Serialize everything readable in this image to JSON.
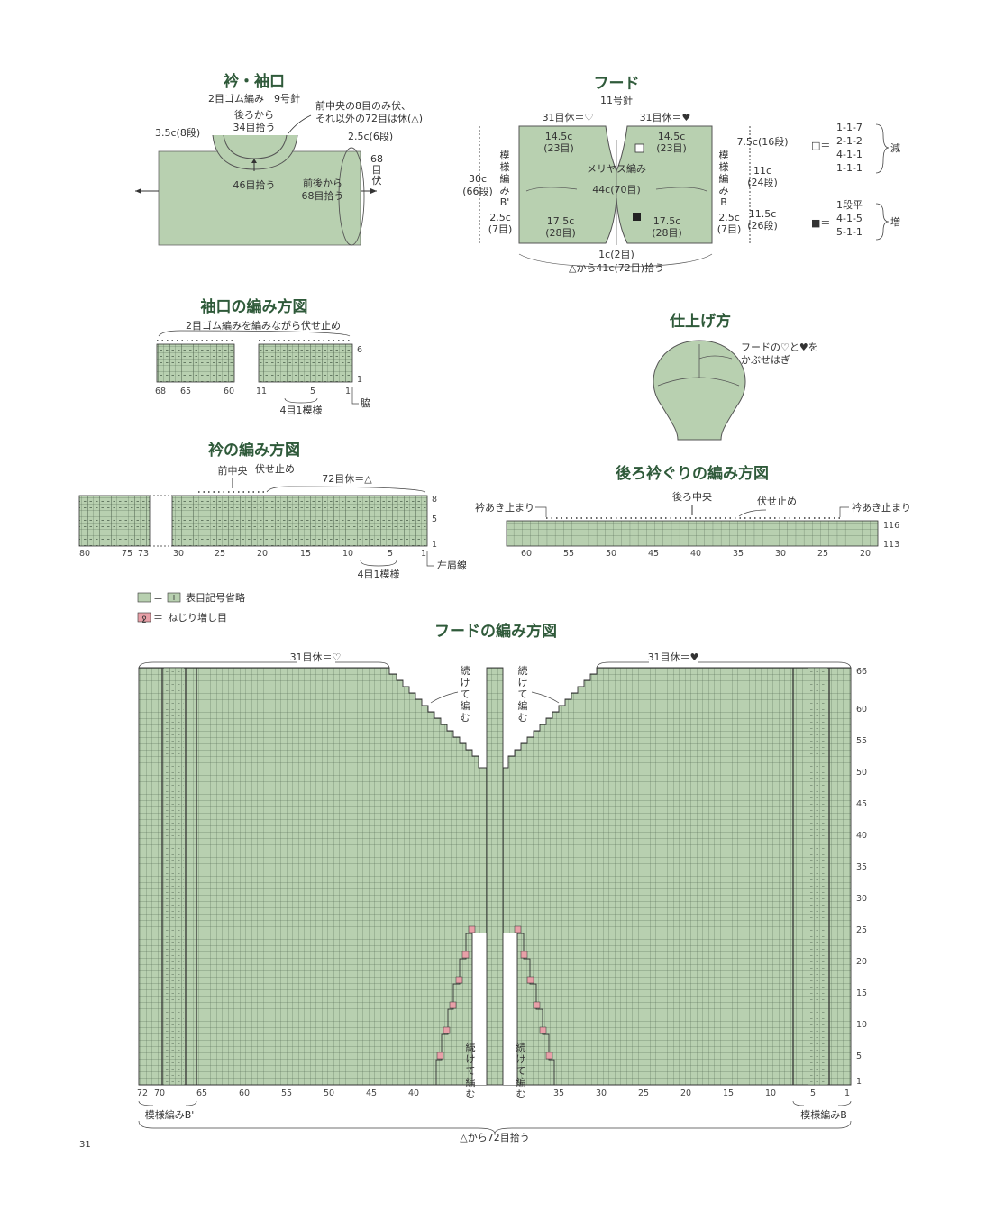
{
  "page_number": "31",
  "collar_cuff": {
    "title": "衿・袖口",
    "spec": "2目ゴム編み　9号針",
    "back_pick": "後ろから",
    "back_pick2": "34目拾う",
    "front_center_note": "前中央の8目のみ伏、",
    "front_center_note2": "それ以外の72目は休(△)",
    "left_dim": "3.5c(8段)",
    "right_dim": "2.5c(6段)",
    "front_pick": "46目拾う",
    "front_back_pick": "前後から",
    "front_back_pick2": "68目拾う",
    "bind_count": "68",
    "bind_chars": [
      "目",
      "伏"
    ]
  },
  "hood": {
    "title": "フード",
    "needle": "11号針",
    "rest_left": "31目休＝♡",
    "rest_right": "31目休＝♥",
    "top_left_w": "14.5c",
    "top_left_st": "(23目)",
    "top_right_w": "14.5c",
    "top_right_st": "(23目)",
    "stockinette": "メリヤス編み",
    "width": "44c(70目)",
    "pattern_left": [
      "模",
      "様",
      "編",
      "み",
      "B'"
    ],
    "pattern_right": [
      "模",
      "様",
      "編",
      "み",
      "B"
    ],
    "height": "30c",
    "height_rows": "(66段)",
    "bot_left_w": "17.5c",
    "bot_left_st": "(28目)",
    "bot_right_w": "17.5c",
    "bot_right_st": "(28目)",
    "side_left": "2.5c",
    "side_left_st": "(7目)",
    "side_right": "2.5c",
    "side_right_st": "(7目)",
    "center_gap": "1c(2目)",
    "pick": "△から41c(72目)拾う",
    "r1": "7.5c(16段)",
    "r2": "11c",
    "r2b": "(24段)",
    "r3": "11.5c",
    "r3b": "(26段)",
    "dec_sym": "□＝",
    "dec_rows": [
      "1-1-7",
      "2-1-2",
      "4-1-1",
      "1-1-1"
    ],
    "dec_label": "減",
    "inc_head": "1段平",
    "inc_sym": "■＝",
    "inc_rows": [
      "4-1-5",
      "5-1-1"
    ],
    "inc_label": "増"
  },
  "cuff_chart": {
    "title": "袖口の編み方図",
    "note": "2目ゴム編みを編みながら伏せ止め",
    "rows_right": [
      "6",
      "1"
    ],
    "axis": [
      "68",
      "65",
      "60",
      "11",
      "5",
      "1"
    ],
    "repeat": "4目1模様",
    "side": "脇"
  },
  "finish": {
    "title": "仕上げ方",
    "note1": "フードの♡と♥を",
    "note2": "かぶせはぎ"
  },
  "collar_chart": {
    "title": "衿の編み方図",
    "front_center": "前中央",
    "bind": "伏せ止め",
    "rest": "72目休＝△",
    "rows_right": [
      "8",
      "5",
      "1"
    ],
    "axis": [
      "80",
      "75",
      "73",
      "30",
      "25",
      "20",
      "15",
      "10",
      "5",
      "1"
    ],
    "repeat": "4目1模様",
    "shoulder": "左肩線"
  },
  "back_neck_chart": {
    "title": "後ろ衿ぐりの編み方図",
    "back_center": "後ろ中央",
    "bind": "伏せ止め",
    "open_left": "衿あき止まり",
    "open_right": "衿あき止まり",
    "rows_right": [
      "116",
      "113"
    ],
    "axis": [
      "60",
      "55",
      "50",
      "45",
      "40",
      "35",
      "30",
      "25",
      "20"
    ]
  },
  "legend": {
    "plain": "表目記号省略",
    "twist": "ねじり増し目",
    "eq": "＝",
    "color_plain": "#b8d0b0",
    "color_twist": "#e8a0a8"
  },
  "hood_chart": {
    "title": "フードの編み方図",
    "rest_left": "31目休＝♡",
    "rest_right": "31目休＝♥",
    "continue_top_left": [
      "続",
      "け",
      "て",
      "編",
      "む"
    ],
    "continue_top_right": [
      "続",
      "け",
      "て",
      "編",
      "む"
    ],
    "continue_bot_left": [
      "続",
      "け",
      "て",
      "編",
      "む"
    ],
    "continue_bot_right": [
      "続",
      "け",
      "て",
      "編",
      "む"
    ],
    "rows_right": [
      "66",
      "60",
      "55",
      "50",
      "45",
      "40",
      "35",
      "30",
      "25",
      "20",
      "15",
      "10",
      "5",
      "1"
    ],
    "axis_left": [
      "72",
      "70",
      "65",
      "60",
      "55",
      "50",
      "45",
      "40"
    ],
    "axis_right": [
      "35",
      "30",
      "25",
      "20",
      "15",
      "10",
      "5",
      "1"
    ],
    "pattern_left": "模様編みB'",
    "pattern_right": "模様編みB",
    "pick": "△から72目拾う"
  }
}
